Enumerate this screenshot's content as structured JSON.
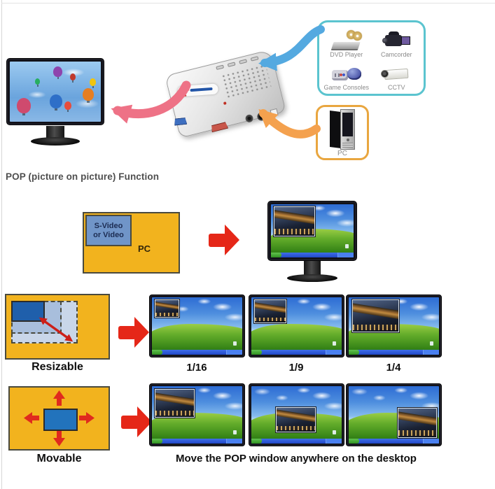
{
  "heading": "POP (picture on picture) Function",
  "top_diagram": {
    "sources_box": {
      "items": [
        {
          "icon": "dvd-player-icon",
          "label": "DVD Player"
        },
        {
          "icon": "camcorder-icon",
          "label": "Camcorder"
        },
        {
          "icon": "game-consoles-icon",
          "label": "Game Consoles"
        },
        {
          "icon": "cctv-icon",
          "label": "CCTV"
        }
      ]
    },
    "pc_box": {
      "icon": "pc-tower-icon",
      "label": "PC"
    },
    "arrows": [
      {
        "name": "av-sources-to-converter",
        "color": "#54a9e0"
      },
      {
        "name": "pc-to-converter",
        "color": "#f4a14e"
      },
      {
        "name": "converter-to-monitor",
        "color": "#ee7286"
      }
    ]
  },
  "pop": {
    "source_select": {
      "pip_line1": "S-Video",
      "pip_line2": "or Video",
      "bg_label": "PC"
    },
    "resizable": {
      "label": "Resizable",
      "fractions": [
        "1/16",
        "1/9",
        "1/4"
      ]
    },
    "movable": {
      "label": "Movable",
      "caption": "Move the POP window anywhere on the desktop"
    }
  },
  "colors": {
    "panel_yellow": "#f2b31e",
    "pip_blue": "#7095c8",
    "solid_blue": "#1f5fab",
    "movable_blue": "#2273bc",
    "arrow_red": "#e52718",
    "sources_border_cyan": "#5bc4cf",
    "pc_border_orange": "#e9a63f"
  }
}
